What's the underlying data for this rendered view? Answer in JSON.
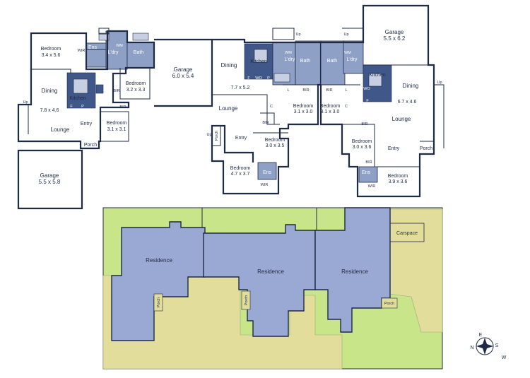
{
  "floor_plan": {
    "rooms": [
      {
        "name": "Bedroom",
        "dims": "3.4 x 5.6"
      },
      {
        "name": "Ens",
        "dims": ""
      },
      {
        "name": "WIR",
        "dims": ""
      },
      {
        "name": "WM",
        "dims": ""
      },
      {
        "name": "L'dry",
        "dims": ""
      },
      {
        "name": "Bath",
        "dims": ""
      },
      {
        "name": "Garage",
        "dims": "6.0 x 5.4"
      },
      {
        "name": "Bedroom",
        "dims": "3.2 x 3.3"
      },
      {
        "name": "Dining",
        "dims": ""
      },
      {
        "name": "Kitchen",
        "dims": ""
      },
      {
        "name": "Lounge",
        "dims": ""
      },
      {
        "name": "Entry",
        "dims": ""
      },
      {
        "name": "Bedroom",
        "dims": "3.1 x 3.1"
      },
      {
        "name": "Porch",
        "dims": ""
      },
      {
        "name": "Garage",
        "dims": "5.5 x 5.8"
      },
      {
        "name": "Dining",
        "dims": ""
      },
      {
        "name": "Lounge",
        "dims": ""
      },
      {
        "name": "Kitchen",
        "dims": ""
      },
      {
        "name": "WM",
        "dims": ""
      },
      {
        "name": "L'dry",
        "dims": ""
      },
      {
        "name": "Bath",
        "dims": ""
      },
      {
        "name": "Bedroom",
        "dims": "3.1 x 3.0"
      },
      {
        "name": "Bedroom",
        "dims": "3.0 x 3.5"
      },
      {
        "name": "Entry",
        "dims": ""
      },
      {
        "name": "Porch",
        "dims": ""
      },
      {
        "name": "Bedroom",
        "dims": "4.7 x 3.7"
      },
      {
        "name": "Ens",
        "dims": ""
      },
      {
        "name": "WIR",
        "dims": ""
      },
      {
        "name": "Bath",
        "dims": ""
      },
      {
        "name": "WM",
        "dims": ""
      },
      {
        "name": "L'dry",
        "dims": ""
      },
      {
        "name": "Bedroom",
        "dims": "3.1 x 3.0"
      },
      {
        "name": "Garage",
        "dims": "5.5 x 6.2"
      },
      {
        "name": "Kitchen",
        "dims": ""
      },
      {
        "name": "Dining",
        "dims": ""
      },
      {
        "name": "Lounge",
        "dims": ""
      },
      {
        "name": "Bedroom",
        "dims": "3.0 x 3.6"
      },
      {
        "name": "Entry",
        "dims": ""
      },
      {
        "name": "Porch",
        "dims": ""
      },
      {
        "name": "Ens",
        "dims": ""
      },
      {
        "name": "WIR",
        "dims": ""
      },
      {
        "name": "Bedroom",
        "dims": "3.9 x 3.6"
      }
    ],
    "dining_dims": [
      "7.8 x 4.6",
      "7.7 x 5.2",
      "6.7 x 4.6"
    ],
    "small_labels": {
      "bir": "BIR",
      "lin": "L",
      "cupboard": "C",
      "up": "Up",
      "fridge": "F",
      "pantry": "P",
      "wo": "WO"
    }
  },
  "site_plan": {
    "residences": [
      "Residence",
      "Residence",
      "Residence"
    ],
    "porches": [
      "Porch",
      "Porch",
      "Porch"
    ],
    "carspace": "Carspace"
  },
  "compass": {
    "n": "N",
    "e": "E",
    "s": "S",
    "w": "W"
  },
  "colors": {
    "wall": "#1f2a44",
    "fixture_dark": "#3f5789",
    "fixture_light": "#c7d0e2",
    "wet_area": "#8ea0c6",
    "residence_fill": "#9aa9d4",
    "lawn": "#c9e58a",
    "paving": "#e3dd9c"
  }
}
